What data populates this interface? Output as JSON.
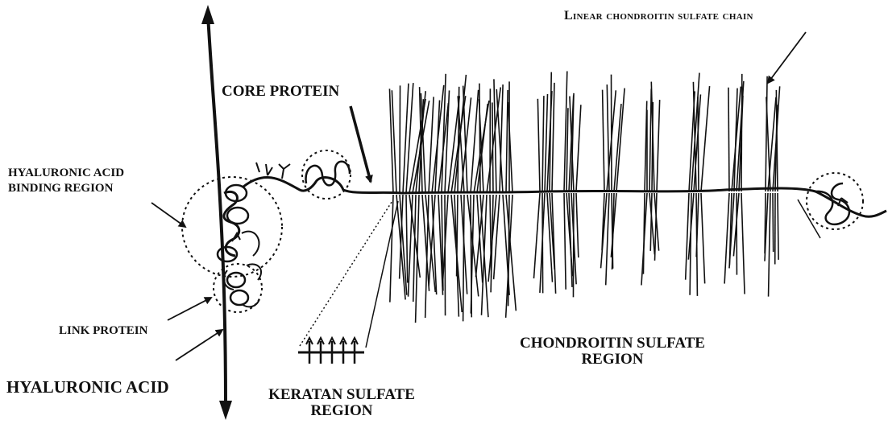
{
  "diagram": {
    "labels": {
      "chain": "Linear chondroitin sulfate chain",
      "core_protein": "CORE PROTEIN",
      "ha_binding_line1": "HYALURONIC ACID",
      "ha_binding_line2": "BINDING REGION",
      "link_protein": "LINK PROTEIN",
      "hyaluronic_acid": "HYALURONIC ACID",
      "keratan_line1": "KERATAN SULFATE",
      "keratan_line2": "REGION",
      "cs_region_line1": "CHONDROITIN SULFATE",
      "cs_region_line2": "REGION"
    }
  }
}
